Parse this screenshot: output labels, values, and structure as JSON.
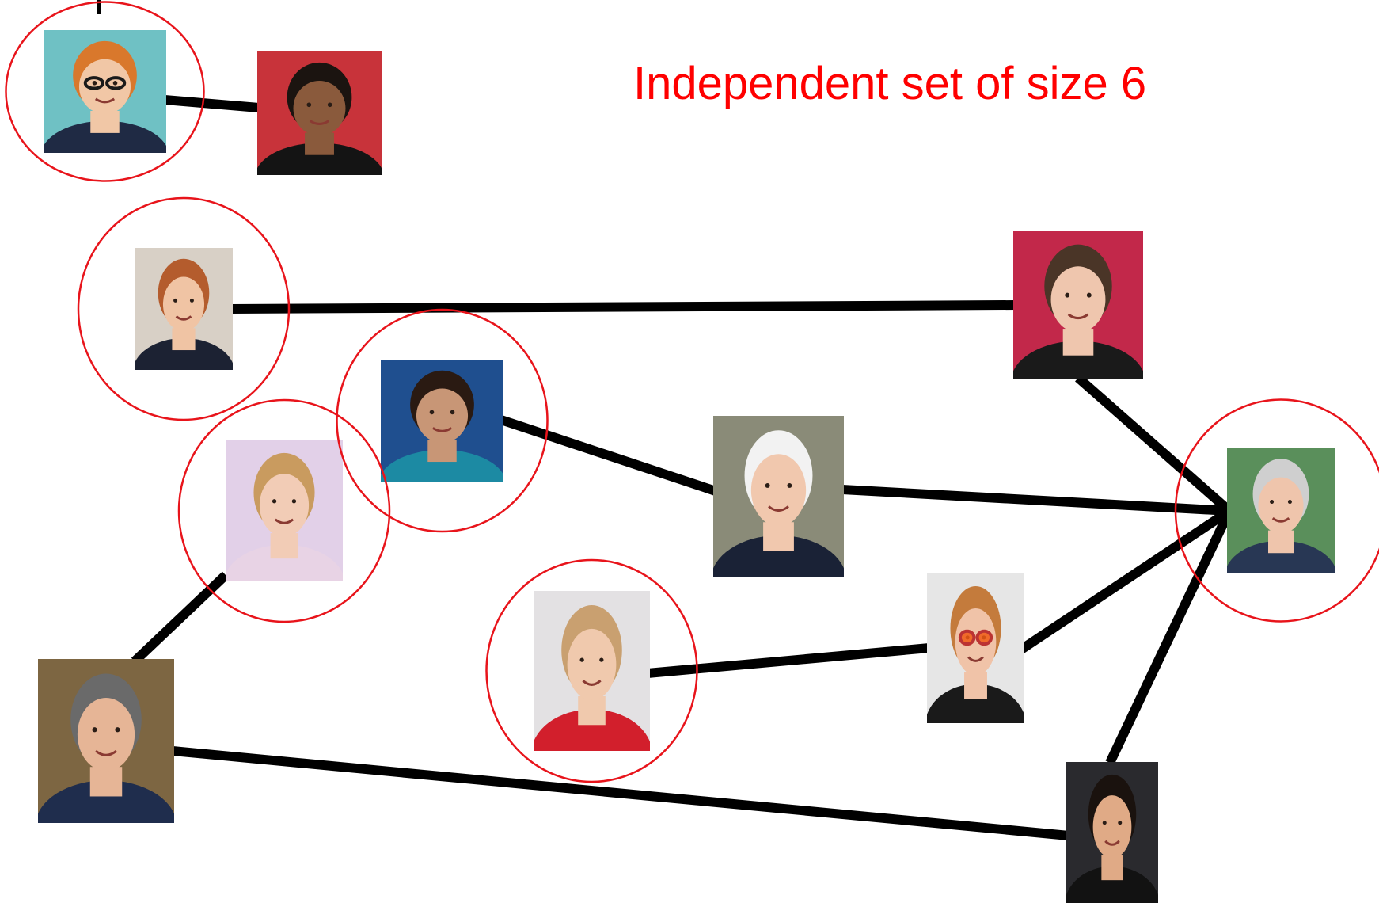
{
  "title": "Independent set of size 6",
  "colors": {
    "edge": "#000000",
    "selection_ring": "#e8141b",
    "title": "#ff0000",
    "background": "#ffffff"
  },
  "nodes": [
    {
      "id": "p1",
      "selected": true,
      "bg": "#6fc1c4",
      "skin": "#f1c7a6",
      "hair": "#d9782c",
      "cloth": "#1f2a44",
      "glasses": "dark"
    },
    {
      "id": "p2",
      "selected": false,
      "bg": "#c8333a",
      "skin": "#8a5a3c",
      "hair": "#1b1410",
      "cloth": "#141414"
    },
    {
      "id": "p3",
      "selected": true,
      "bg": "#d8d0c6",
      "skin": "#f0c4a4",
      "hair": "#b45c2d",
      "cloth": "#1c2233"
    },
    {
      "id": "p4",
      "selected": false,
      "bg": "#c2284a",
      "skin": "#efc6ae",
      "hair": "#4a3527",
      "cloth": "#1a1a1a"
    },
    {
      "id": "p5",
      "selected": true,
      "bg": "#1f4f8f",
      "skin": "#c89676",
      "hair": "#2a1a12",
      "cloth": "#1c8aa3"
    },
    {
      "id": "p6",
      "selected": false,
      "bg": "#8a8b78",
      "skin": "#f1c8ae",
      "hair": "#f2f2f2",
      "cloth": "#1a2236"
    },
    {
      "id": "p7",
      "selected": true,
      "bg": "#e2d0e8",
      "skin": "#f2ccb6",
      "hair": "#c99b5f",
      "cloth": "#e8d3e5"
    },
    {
      "id": "p8",
      "selected": true,
      "bg": "#e3e1e3",
      "skin": "#f0c9ad",
      "hair": "#c9a070",
      "cloth": "#d21f2c"
    },
    {
      "id": "p9",
      "selected": false,
      "bg": "#e6e6e6",
      "skin": "#f0c3a8",
      "hair": "#c47b3c",
      "cloth": "#1a1a1a",
      "glasses": "orange"
    },
    {
      "id": "p10",
      "selected": true,
      "bg": "#5a8f5b",
      "skin": "#efc5ac",
      "hair": "#cfcfcf",
      "cloth": "#283754"
    },
    {
      "id": "p11",
      "selected": false,
      "bg": "#7d6642",
      "skin": "#e6b596",
      "hair": "#6a6a6a",
      "cloth": "#1f2d4d"
    },
    {
      "id": "p12",
      "selected": false,
      "bg": "#2a2a2e",
      "skin": "#e0aa86",
      "hair": "#1a120e",
      "cloth": "#121212"
    }
  ],
  "edges": [
    {
      "from": "p1",
      "to": "p2"
    },
    {
      "from": "p3",
      "to": "p4"
    },
    {
      "from": "p5",
      "to": "p6"
    },
    {
      "from": "p6",
      "to": "p10"
    },
    {
      "from": "p4",
      "to": "p10"
    },
    {
      "from": "p9",
      "to": "p10"
    },
    {
      "from": "p12",
      "to": "p10"
    },
    {
      "from": "p8",
      "to": "p9"
    },
    {
      "from": "p7",
      "to": "p11"
    },
    {
      "from": "p11",
      "to": "p12"
    }
  ]
}
